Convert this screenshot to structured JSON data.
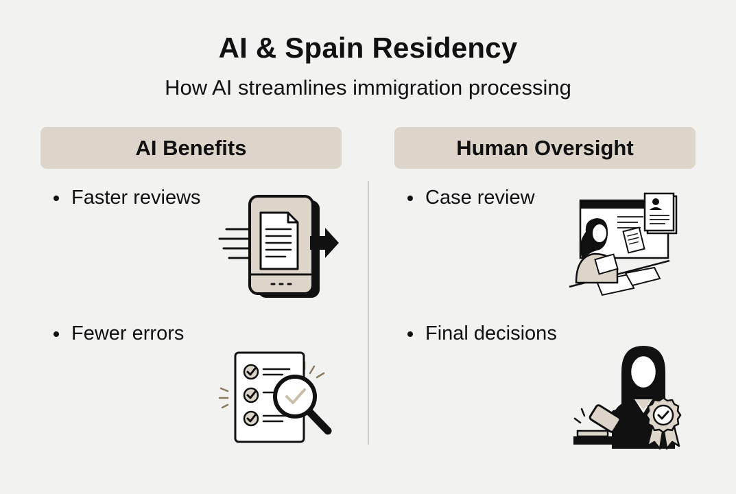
{
  "header": {
    "title": "AI & Spain Residency",
    "subtitle": "How AI streamlines immigration processing"
  },
  "columns": [
    {
      "heading": "AI Benefits",
      "items": [
        {
          "label": "Faster reviews",
          "icon": "fast-document-processing-icon"
        },
        {
          "label": "Fewer errors",
          "icon": "checklist-magnifier-icon"
        }
      ]
    },
    {
      "heading": "Human Oversight",
      "items": [
        {
          "label": "Case review",
          "icon": "officer-reviewing-documents-icon"
        },
        {
          "label": "Final decisions",
          "icon": "judge-gavel-seal-icon"
        }
      ]
    }
  ],
  "colors": {
    "background": "#f2f2f1",
    "header_fill": "#ddd5ca",
    "illustration_fill": "#ddd5ca",
    "ink": "#111111"
  }
}
